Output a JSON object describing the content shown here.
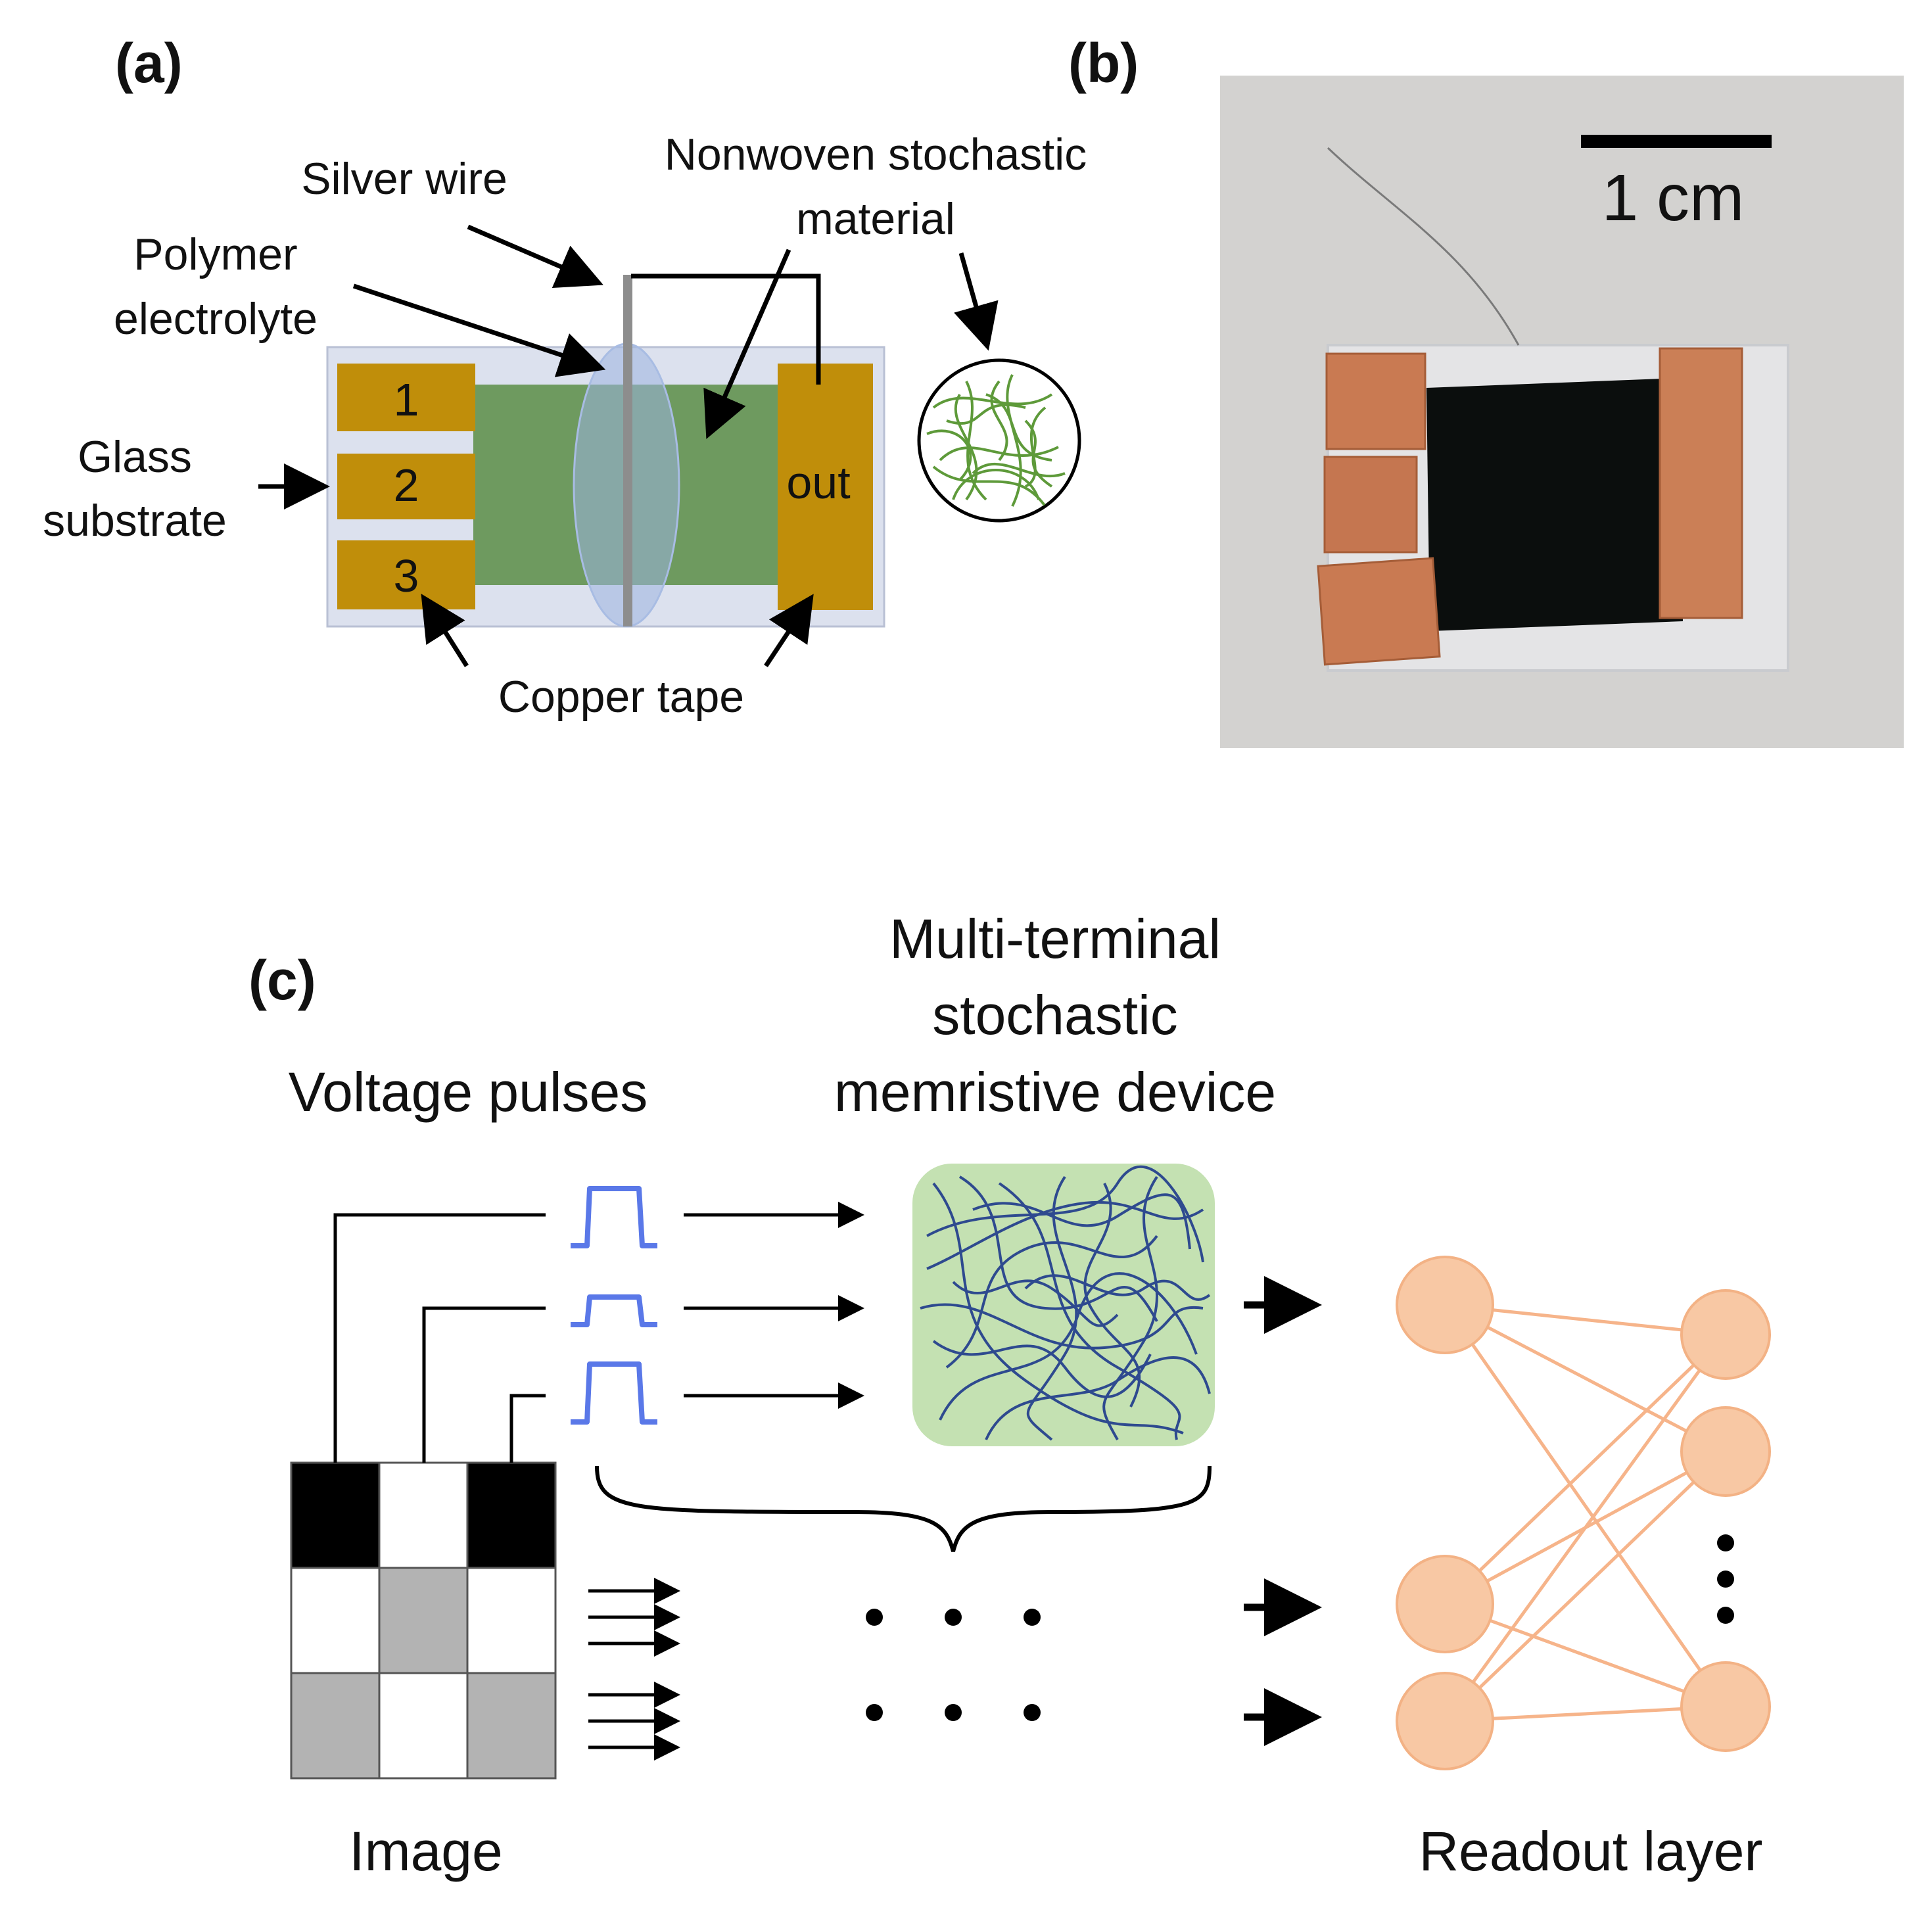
{
  "panel_a": {
    "label": "(a)",
    "silver_wire": "Silver wire",
    "polymer_electrolyte_line1": "Polymer",
    "polymer_electrolyte_line2": "electrolyte",
    "nonwoven_line1": "Nonwoven stochastic",
    "nonwoven_line2": "material",
    "glass_line1": "Glass",
    "glass_line2": "substrate",
    "copper_tape": "Copper tape",
    "pads": [
      "1",
      "2",
      "3"
    ],
    "out_pad": "out"
  },
  "panel_b": {
    "label": "(b)",
    "scale_bar": "1 cm"
  },
  "panel_c": {
    "label": "(c)",
    "voltage_pulses": "Voltage pulses",
    "device_line1": "Multi-terminal",
    "device_line2": "stochastic",
    "device_line3": "memristive device",
    "image_label": "Image",
    "readout_label": "Readout layer"
  },
  "colors": {
    "copper_pad": "#C08E0A",
    "glass": "#DCE1EE",
    "film": "#6E9A5F",
    "electrolyte": "#9DB4E0",
    "fiber": "#5E9A3A",
    "device_bg": "#C4E1B2",
    "device_fiber": "#2E4A8F",
    "pulse": "#5A78E8",
    "neuron": "#F8C8A4",
    "neuron_stroke": "#F3B285",
    "grid_gray": "#B3B3B3"
  }
}
